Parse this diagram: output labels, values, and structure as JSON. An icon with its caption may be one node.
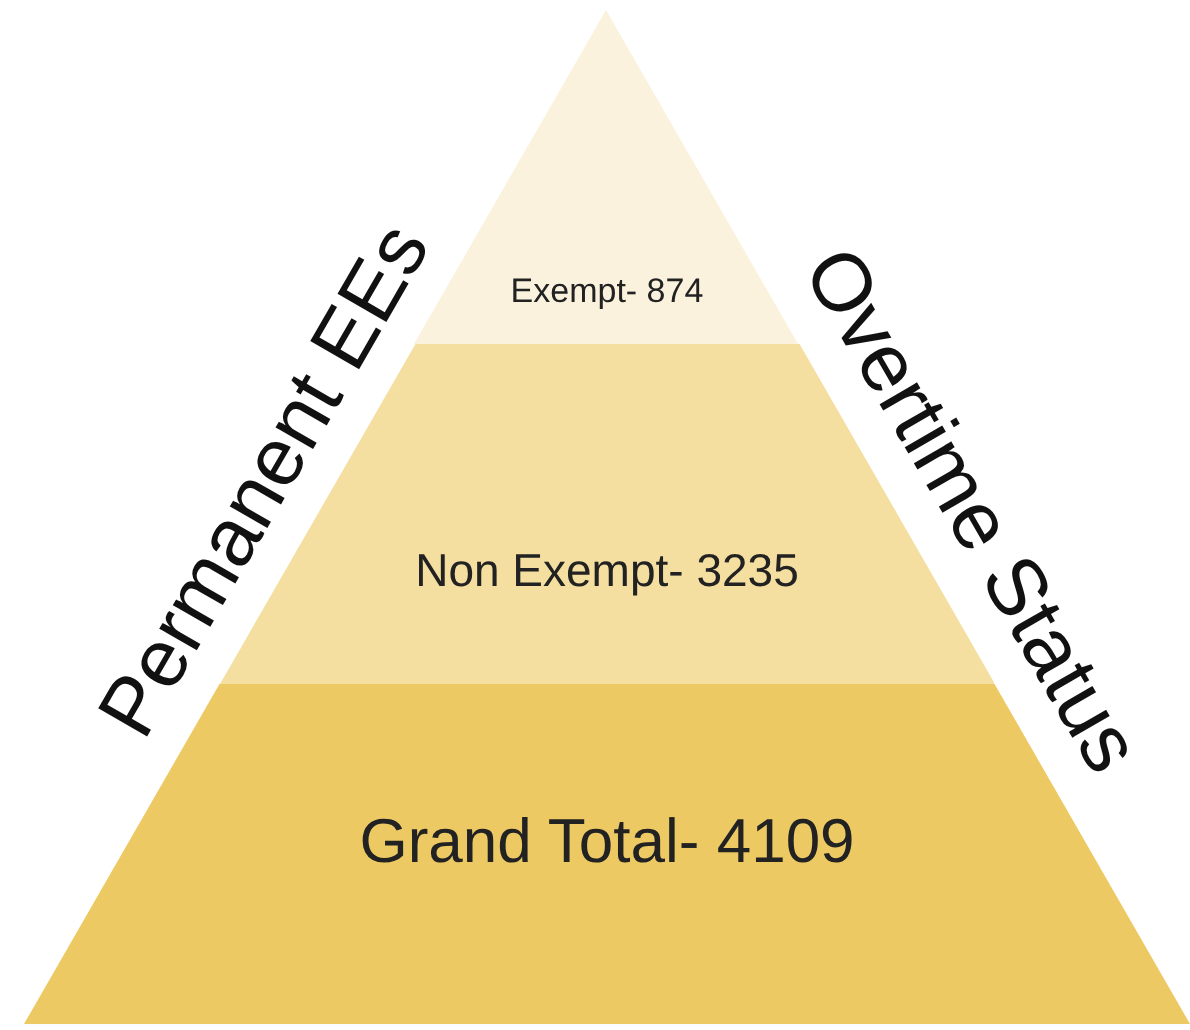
{
  "diagram": {
    "nodes": [
      {
        "text": [
          "Exempt- 874"
        ]
      },
      {
        "text": [
          "Non Exempt- 3235"
        ]
      },
      {
        "text": [
          "Grand Total- 4109"
        ]
      }
    ],
    "labels": [
      "Permanent EEs",
      "Overtime Status"
    ]
  }
}
